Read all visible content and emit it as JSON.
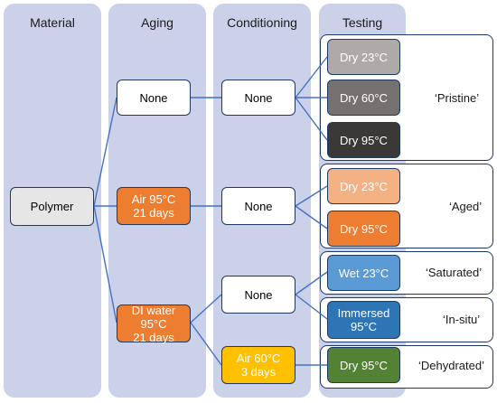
{
  "columns": {
    "material": "Material",
    "aging": "Aging",
    "conditioning": "Conditioning",
    "testing": "Testing"
  },
  "nodes": {
    "polymer": "Polymer",
    "aging_none": "None",
    "aging_air": "Air 95°C\n21 days",
    "aging_water": "DI water 95°C\n21 days",
    "cond_none_1": "None",
    "cond_none_2": "None",
    "cond_none_3": "None",
    "cond_air": "Air 60°C\n3 days",
    "test_pristine_1": "Dry 23°C",
    "test_pristine_2": "Dry 60°C",
    "test_pristine_3": "Dry 95°C",
    "test_aged_1": "Dry 23°C",
    "test_aged_2": "Dry 95°C",
    "test_wet": "Wet 23°C",
    "test_immersed": "Immersed\n95°C",
    "test_dehydrated": "Dry 95°C"
  },
  "groups": {
    "pristine": "‘Pristine’",
    "aged": "‘Aged’",
    "saturated": "‘Saturated’",
    "in_situ": "‘In-situ’",
    "dehydrated": "‘Dehydrated’"
  },
  "colors": {
    "column_bg": "#ccd1ea",
    "line": "#4472c4",
    "border": "#1f3864",
    "none_fill": "#ffffff",
    "polymer_fill": "#e7e6e6",
    "air95_fill": "#ed7d31",
    "water_fill": "#ed7d31",
    "air60_fill": "#ffc000",
    "dry23_fill": "#aeaaaa",
    "dry60_fill": "#767171",
    "dry95_fill": "#3b3838",
    "aged23_fill": "#f4b183",
    "aged95_fill": "#ed7d31",
    "wet_fill": "#5b9bd5",
    "immersed_fill": "#2e75b6",
    "dehydrated_fill": "#548235"
  }
}
